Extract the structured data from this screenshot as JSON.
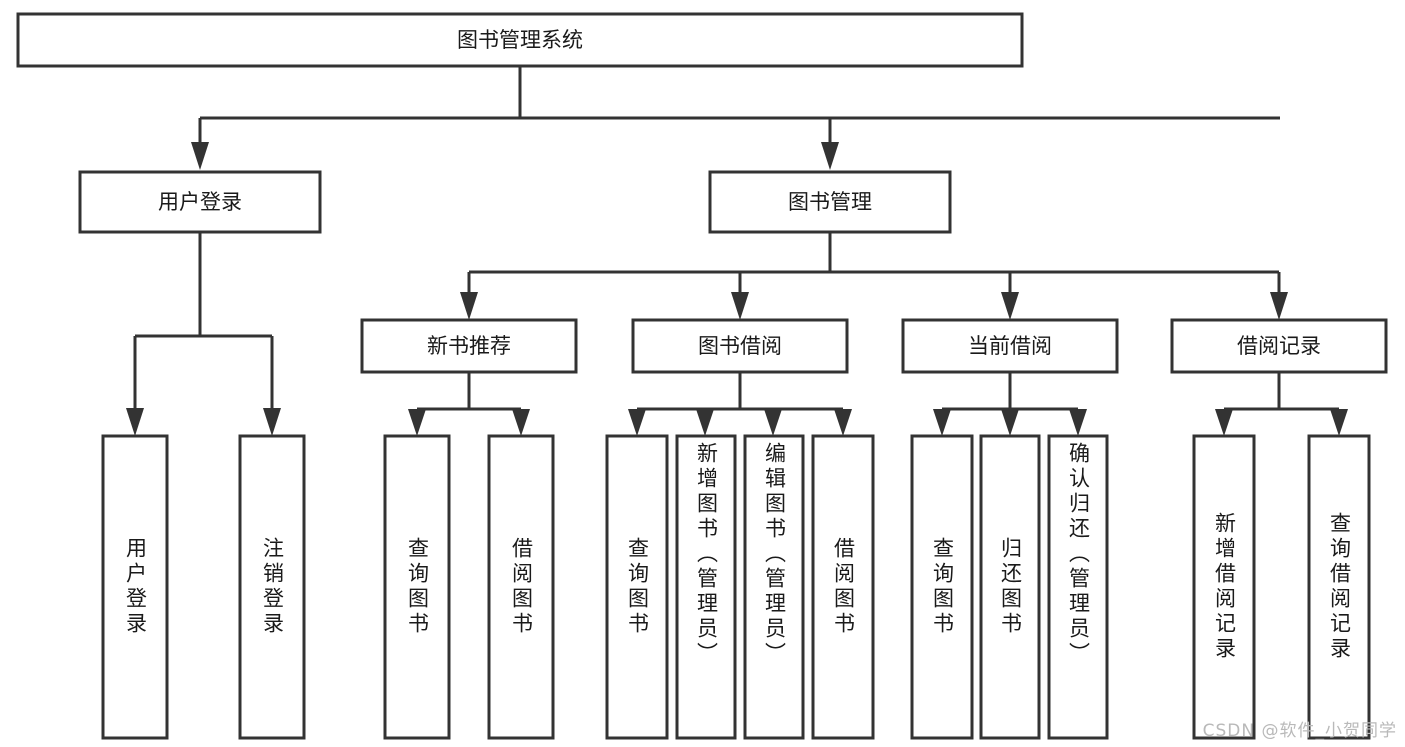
{
  "diagram": {
    "title": "图书管理系统",
    "watermark": "CSDN @软件_小贺同学",
    "theme": {
      "box_fill": "#ffffff",
      "box_stroke": "#333333",
      "text_color": "#1a1a1a",
      "background": "#ffffff",
      "watermark_color": "#b9b9b9"
    },
    "root": {
      "id": "root",
      "label": "图书管理系统"
    },
    "level2": [
      {
        "id": "user-login",
        "label": "用户登录"
      },
      {
        "id": "book-manage",
        "label": "图书管理"
      }
    ],
    "level3": [
      {
        "id": "new-book-recommend",
        "label": "新书推荐"
      },
      {
        "id": "book-borrow",
        "label": "图书借阅"
      },
      {
        "id": "current-borrow",
        "label": "当前借阅"
      },
      {
        "id": "borrow-record",
        "label": "借阅记录"
      }
    ],
    "leaves": {
      "user_login": [
        {
          "id": "leaf-user-login",
          "label": "用户登录"
        },
        {
          "id": "leaf-logout",
          "label": "注销登录"
        }
      ],
      "new_book_recommend": [
        {
          "id": "leaf-query-book-1",
          "label": "查询图书"
        },
        {
          "id": "leaf-borrow-book-1",
          "label": "借阅图书"
        }
      ],
      "book_borrow": [
        {
          "id": "leaf-query-book-2",
          "label": "查询图书"
        },
        {
          "id": "leaf-add-book",
          "label": "新增图书（管理员）"
        },
        {
          "id": "leaf-edit-book",
          "label": "编辑图书（管理员）"
        },
        {
          "id": "leaf-borrow-book-2",
          "label": "借阅图书"
        }
      ],
      "current_borrow": [
        {
          "id": "leaf-query-book-3",
          "label": "查询图书"
        },
        {
          "id": "leaf-return-book",
          "label": "归还图书"
        },
        {
          "id": "leaf-confirm-return",
          "label": "确认归还（管理员）"
        }
      ],
      "borrow_record": [
        {
          "id": "leaf-add-record",
          "label": "新增借阅记录"
        },
        {
          "id": "leaf-query-record",
          "label": "查询借阅记录"
        }
      ]
    }
  }
}
